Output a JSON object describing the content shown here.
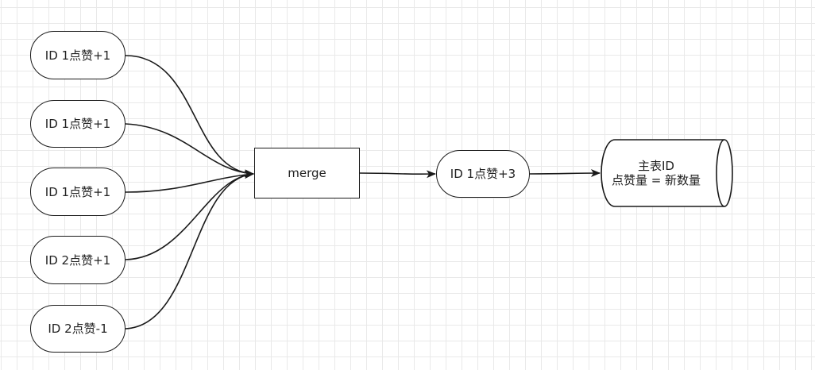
{
  "diagram": {
    "sources": [
      {
        "label": "ID 1点赞+1"
      },
      {
        "label": "ID 1点赞+1"
      },
      {
        "label": "ID 1点赞+1"
      },
      {
        "label": "ID 2点赞+1"
      },
      {
        "label": "ID 2点赞-1"
      }
    ],
    "merge": {
      "label": "merge"
    },
    "result": {
      "label": "ID 1点赞+3"
    },
    "database": {
      "line1": "主表ID",
      "line2": "点赞量 = 新数量"
    },
    "colors": {
      "stroke": "#1a1a1a",
      "grid": "#e9e9e9",
      "background": "#ffffff"
    }
  }
}
